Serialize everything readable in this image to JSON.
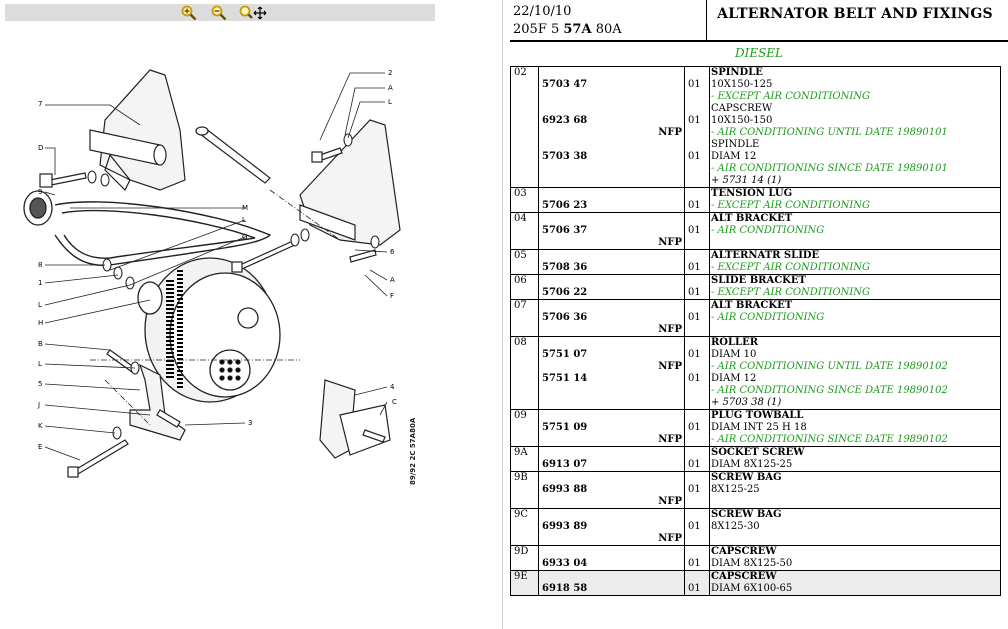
{
  "toolbar": {
    "zoom_in_icon": "zoom-in-icon",
    "zoom_out_icon": "zoom-out-icon",
    "pan_icon": "zoom-pan-icon"
  },
  "diagram": {
    "stamp": "89/92 2C 57A80A",
    "labels": [
      "7",
      "2",
      "A",
      "L",
      "D",
      "9",
      "M",
      "L",
      "G",
      "8",
      "1",
      "L",
      "H",
      "B",
      "L",
      "5",
      "J",
      "K",
      "E",
      "6",
      "A",
      "F",
      "3",
      "4",
      "C"
    ]
  },
  "header": {
    "date": "22/10/10",
    "model_prefix": "205F 5 ",
    "model_bold": "57A",
    "model_suffix": " 80A",
    "title": "ALTERNATOR BELT AND FIXINGS"
  },
  "subtitle": "DIESEL",
  "rows": [
    {
      "idx": "02",
      "lines": [
        [
          "",
          "",
          "",
          "SPINDLE"
        ],
        [
          "5703 47",
          "",
          "01",
          "10X150-125"
        ],
        [
          "",
          "",
          "",
          "- EXCEPT AIR CONDITIONING"
        ],
        [
          "",
          "",
          "",
          "CAPSCREW"
        ],
        [
          "6923 68",
          "",
          "01",
          "10X150-150"
        ],
        [
          "",
          "NFP",
          "",
          "- AIR CONDITIONING UNTIL DATE 19890101"
        ],
        [
          "",
          "",
          "",
          "SPINDLE"
        ],
        [
          "5703 38",
          "",
          "01",
          "DIAM 12"
        ],
        [
          "",
          "",
          "",
          "- AIR CONDITIONING SINCE DATE 19890101"
        ],
        [
          "",
          "",
          "",
          "+ 5731 14 (1)"
        ]
      ]
    },
    {
      "idx": "03",
      "lines": [
        [
          "",
          "",
          "",
          "TENSION LUG"
        ],
        [
          "5706 23",
          "",
          "01",
          "- EXCEPT AIR CONDITIONING"
        ]
      ]
    },
    {
      "idx": "04",
      "lines": [
        [
          "",
          "",
          "",
          "ALT BRACKET"
        ],
        [
          "5706 37",
          "",
          "01",
          "- AIR CONDITIONING"
        ],
        [
          "",
          "NFP",
          "",
          ""
        ]
      ]
    },
    {
      "idx": "05",
      "lines": [
        [
          "",
          "",
          "",
          "ALTERNATR SLIDE"
        ],
        [
          "5708 36",
          "",
          "01",
          "- EXCEPT AIR CONDITIONING"
        ]
      ]
    },
    {
      "idx": "06",
      "lines": [
        [
          "",
          "",
          "",
          "SLIDE BRACKET"
        ],
        [
          "5706 22",
          "",
          "01",
          "- EXCEPT AIR CONDITIONING"
        ]
      ]
    },
    {
      "idx": "07",
      "lines": [
        [
          "",
          "",
          "",
          "ALT BRACKET"
        ],
        [
          "5706 36",
          "",
          "01",
          "- AIR CONDITIONING"
        ],
        [
          "",
          "NFP",
          "",
          ""
        ]
      ]
    },
    {
      "idx": "08",
      "lines": [
        [
          "",
          "",
          "",
          "ROLLER"
        ],
        [
          "5751 07",
          "",
          "01",
          "DIAM 10"
        ],
        [
          "",
          "NFP",
          "",
          "- AIR CONDITIONING UNTIL DATE 19890102"
        ],
        [
          "5751 14",
          "",
          "01",
          "DIAM 12"
        ],
        [
          "",
          "",
          "",
          "- AIR CONDITIONING SINCE DATE 19890102"
        ],
        [
          "",
          "",
          "",
          "+ 5703 38 (1)"
        ]
      ]
    },
    {
      "idx": "09",
      "lines": [
        [
          "",
          "",
          "",
          "PLUG TOWBALL"
        ],
        [
          "5751 09",
          "",
          "01",
          "DIAM INT 25 H 18"
        ],
        [
          "",
          "NFP",
          "",
          "- AIR CONDITIONING SINCE DATE 19890102"
        ]
      ]
    },
    {
      "idx": "9A",
      "lines": [
        [
          "",
          "",
          "",
          "SOCKET SCREW"
        ],
        [
          "6913 07",
          "",
          "01",
          "DIAM 8X125-25"
        ]
      ]
    },
    {
      "idx": "9B",
      "lines": [
        [
          "",
          "",
          "",
          "SCREW BAG"
        ],
        [
          "6993 88",
          "",
          "01",
          "8X125-25"
        ],
        [
          "",
          "NFP",
          "",
          ""
        ]
      ]
    },
    {
      "idx": "9C",
      "lines": [
        [
          "",
          "",
          "",
          "SCREW BAG"
        ],
        [
          "6993 89",
          "",
          "01",
          "8X125-30"
        ],
        [
          "",
          "NFP",
          "",
          ""
        ]
      ]
    },
    {
      "idx": "9D",
      "lines": [
        [
          "",
          "",
          "",
          "CAPSCREW"
        ],
        [
          "6933 04",
          "",
          "01",
          "DIAM 8X125-50"
        ]
      ]
    },
    {
      "idx": "9E",
      "shaded": true,
      "lines": [
        [
          "",
          "",
          "",
          "CAPSCREW"
        ],
        [
          "6918 58",
          "",
          "01",
          "DIAM 6X100-65"
        ]
      ]
    }
  ],
  "colors": {
    "green": "#1e9b1e",
    "toolbar": "#dcdcdc",
    "zoom_icon": "#d8a400"
  }
}
